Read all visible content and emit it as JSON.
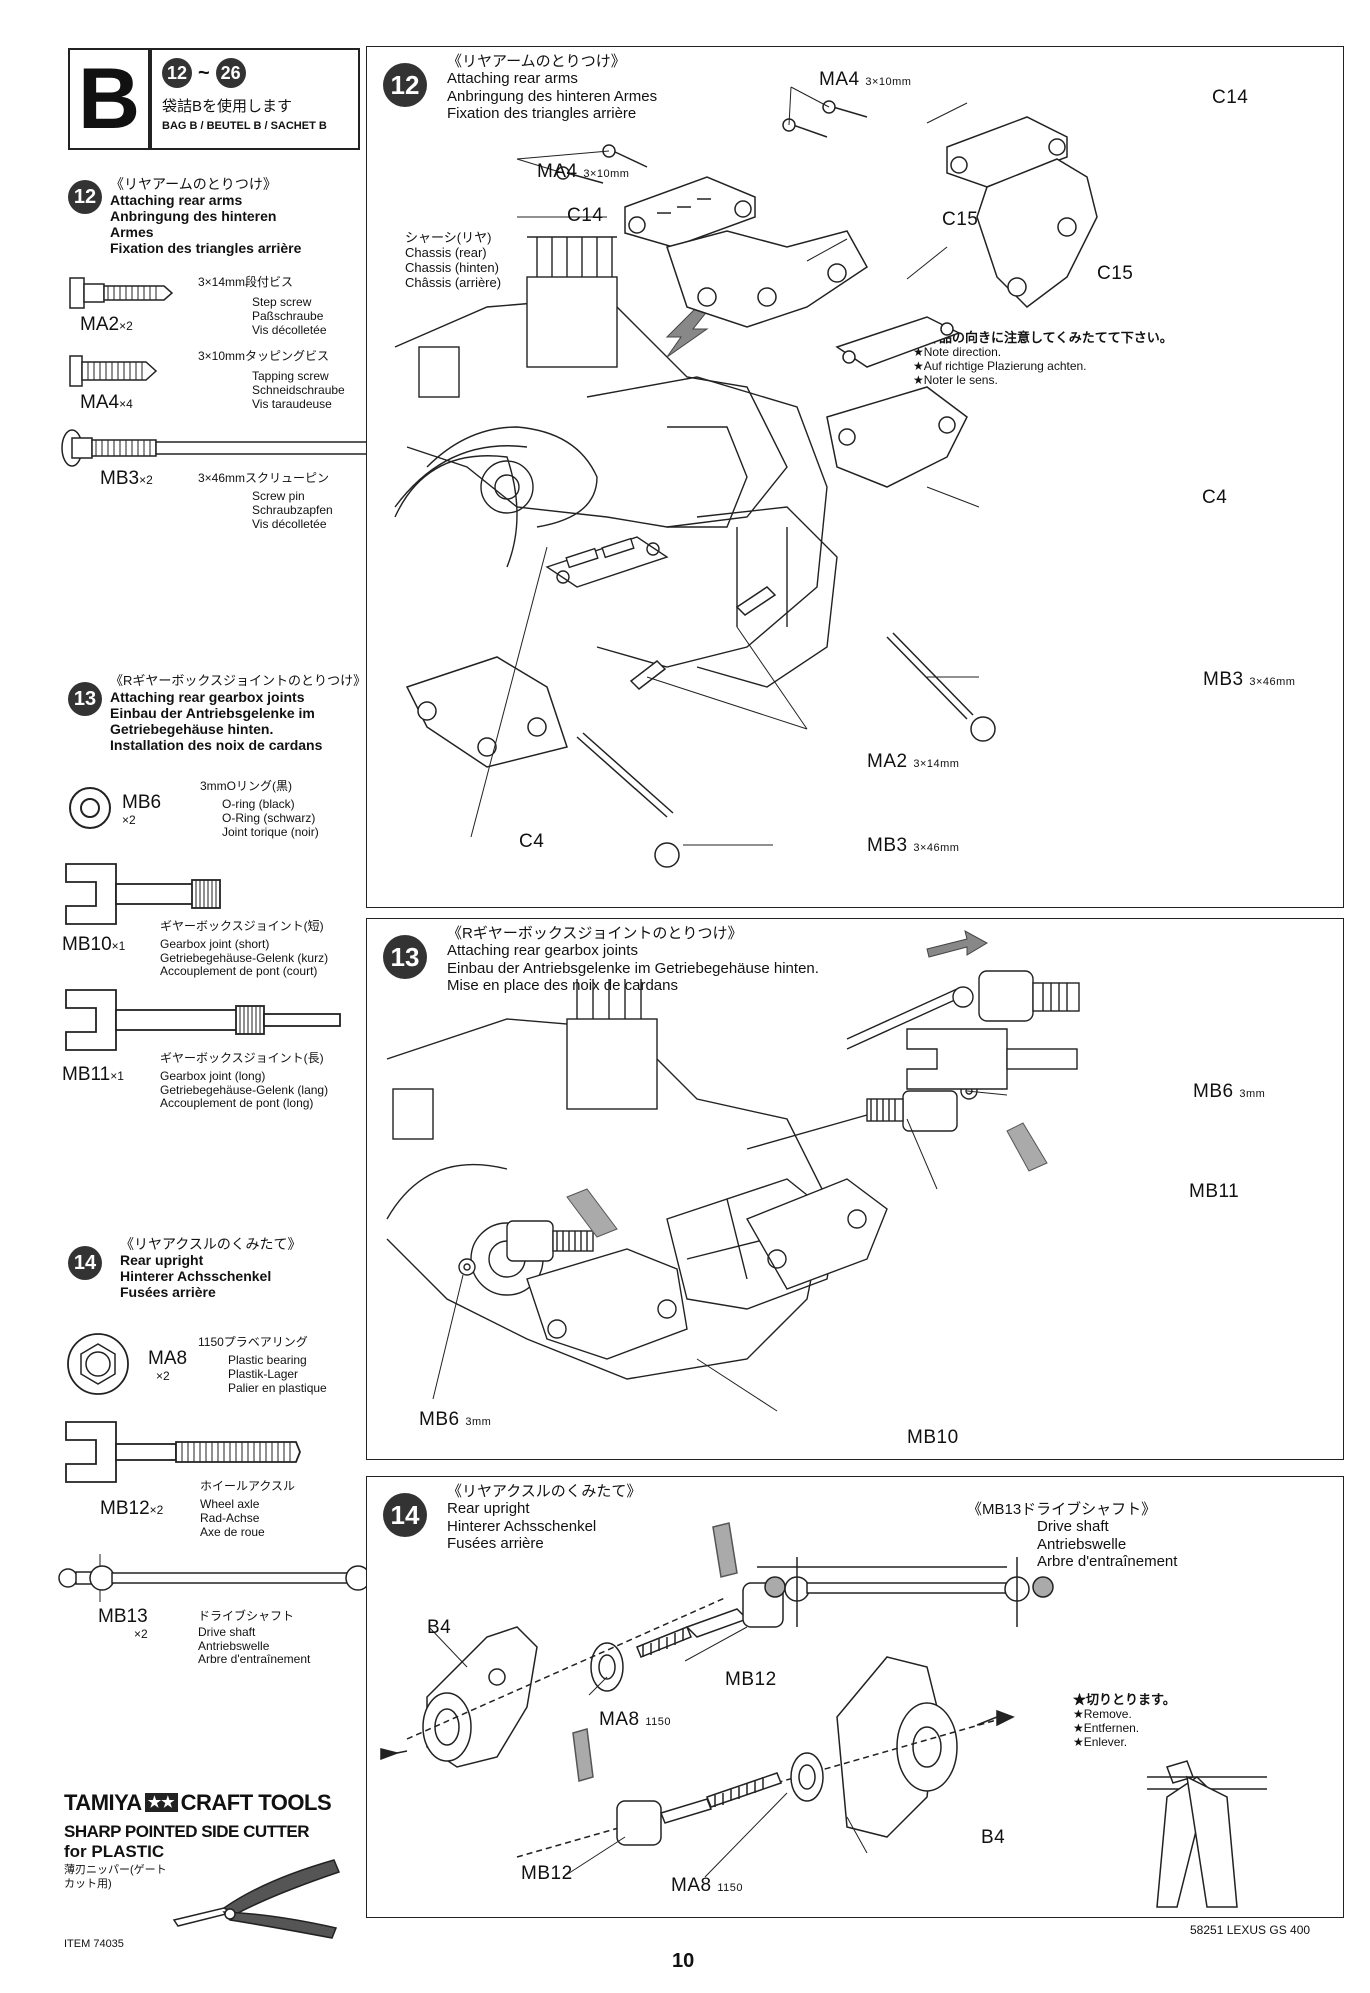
{
  "header": {
    "bag_letter": "B",
    "step_from": "12",
    "step_range_sep": "~",
    "step_to": "26",
    "bag_ja": "袋詰Bを使用します",
    "bag_multi": "BAG B / BEUTEL B / SACHET B"
  },
  "sidebar": {
    "step12": {
      "num": "12",
      "ja": "《リヤアームのとりつけ》",
      "en": "Attaching rear arms",
      "de1": "Anbringung des hinteren",
      "de2": "Armes",
      "fr": "Fixation des triangles arrière"
    },
    "ma2": {
      "code": "MA2",
      "qty": "×2",
      "ja": "3×14mm段付ビス",
      "en": "Step screw",
      "de": "Paßschraube",
      "fr": "Vis décolletée"
    },
    "ma4": {
      "code": "MA4",
      "qty": "×4",
      "ja": "3×10mmタッピングビス",
      "en": "Tapping screw",
      "de": "Schneidschraube",
      "fr": "Vis taraudeuse"
    },
    "mb3": {
      "code": "MB3",
      "qty": "×2",
      "ja": "3×46mmスクリューピン",
      "en": "Screw pin",
      "de": "Schraubzapfen",
      "fr": "Vis décolletée"
    },
    "step13": {
      "num": "13",
      "ja": "《Rギヤーボックスジョイントのとりつけ》",
      "en": "Attaching rear gearbox joints",
      "de1": "Einbau der Antriebsgelenke im",
      "de2": "Getriebegehäuse hinten.",
      "fr": "Installation des noix de cardans"
    },
    "mb6": {
      "code": "MB6",
      "qty": "×2",
      "ja": "3mmOリング(黒)",
      "en": "O-ring (black)",
      "de": "O-Ring (schwarz)",
      "fr": "Joint torique (noir)"
    },
    "mb10": {
      "code": "MB10",
      "qty": "×1",
      "ja": "ギヤーボックスジョイント(短)",
      "en": "Gearbox joint (short)",
      "de": "Getriebegehäuse-Gelenk (kurz)",
      "fr": "Accouplement de pont (court)"
    },
    "mb11": {
      "code": "MB11",
      "qty": "×1",
      "ja": "ギヤーボックスジョイント(長)",
      "en": "Gearbox joint (long)",
      "de": "Getriebegehäuse-Gelenk (lang)",
      "fr": "Accouplement de pont (long)"
    },
    "step14": {
      "num": "14",
      "ja": "《リヤアクスルのくみたて》",
      "en": "Rear upright",
      "de": "Hinterer Achsschenkel",
      "fr": "Fusées arrière"
    },
    "ma8": {
      "code": "MA8",
      "qty": "×2",
      "ja": "1150プラベアリング",
      "en": "Plastic bearing",
      "de": "Plastik-Lager",
      "fr": "Palier en plastique"
    },
    "mb12": {
      "code": "MB12",
      "qty": "×2",
      "ja": "ホイールアクスル",
      "en": "Wheel axle",
      "de": "Rad-Achse",
      "fr": "Axe de roue"
    },
    "mb13": {
      "code": "MB13",
      "qty": "×2",
      "ja": "ドライブシャフト",
      "en": "Drive shaft",
      "de": "Antriebswelle",
      "fr": "Arbre d'entraînement"
    },
    "tool": {
      "brand": "TAMIYA",
      "brand_suffix": "CRAFT TOOLS",
      "line1": "SHARP POINTED SIDE CUTTER",
      "line2": "for PLASTIC",
      "ja1": "薄刃ニッパー(ゲート",
      "ja2": "カット用)",
      "item": "ITEM 74035"
    }
  },
  "panel12": {
    "num": "12",
    "ja": "《リヤアームのとりつけ》",
    "en": "Attaching rear arms",
    "de": "Anbringung des hinteren Armes",
    "fr": "Fixation des triangles arrière",
    "chassis_ja": "シャーシ(リヤ)",
    "chassis_en": "Chassis (rear)",
    "chassis_de": "Chassis (hinten)",
    "chassis_fr": "Châssis (arrière)",
    "note_ja": "★部品の向きに注意してくみたてて下さい。",
    "note_en": "★Note direction.",
    "note_de": "★Auf richtige Plazierung achten.",
    "note_fr": "★Noter le sens.",
    "labels": {
      "ma4_a": "MA4",
      "ma4_a_size": "3×10mm",
      "ma4_b": "MA4",
      "ma4_b_size": "3×10mm",
      "c14_a": "C14",
      "c14_b": "C14",
      "c15_a": "C15",
      "c15_b": "C15",
      "c4_a": "C4",
      "c4_b": "C4",
      "mb3_a": "MB3",
      "mb3_a_size": "3×46mm",
      "mb3_b": "MB3",
      "mb3_b_size": "3×46mm",
      "ma2": "MA2",
      "ma2_size": "3×14mm"
    }
  },
  "panel13": {
    "num": "13",
    "ja": "《Rギヤーボックスジョイントのとりつけ》",
    "en": "Attaching rear gearbox joints",
    "de": "Einbau der Antriebsgelenke im Getriebegehäuse hinten.",
    "fr": "Mise en place des noix de cardans",
    "labels": {
      "mb6_a": "MB6",
      "mb6_a_size": "3mm",
      "mb6_b": "MB6",
      "mb6_b_size": "3mm",
      "mb11": "MB11",
      "mb10": "MB10"
    }
  },
  "panel14": {
    "num": "14",
    "ja": "《リヤアクスルのくみたて》",
    "en": "Rear upright",
    "de": "Hinterer Achsschenkel",
    "fr": "Fusées arrière",
    "mb13_title": "《MB13ドライブシャフト》",
    "mb13_en": "Drive shaft",
    "mb13_de": "Antriebswelle",
    "mb13_fr": "Arbre d'entraînement",
    "remove_ja": "★切りとります。",
    "remove_en": "★Remove.",
    "remove_de": "★Entfernen.",
    "remove_fr": "★Enlever.",
    "labels": {
      "b4_a": "B4",
      "b4_b": "B4",
      "mb12_a": "MB12",
      "mb12_b": "MB12",
      "ma8_a": "MA8",
      "ma8_a_size": "1150",
      "ma8_b": "MA8",
      "ma8_b_size": "1150"
    }
  },
  "footer": {
    "page": "10",
    "product": "58251 LEXUS GS 400"
  }
}
